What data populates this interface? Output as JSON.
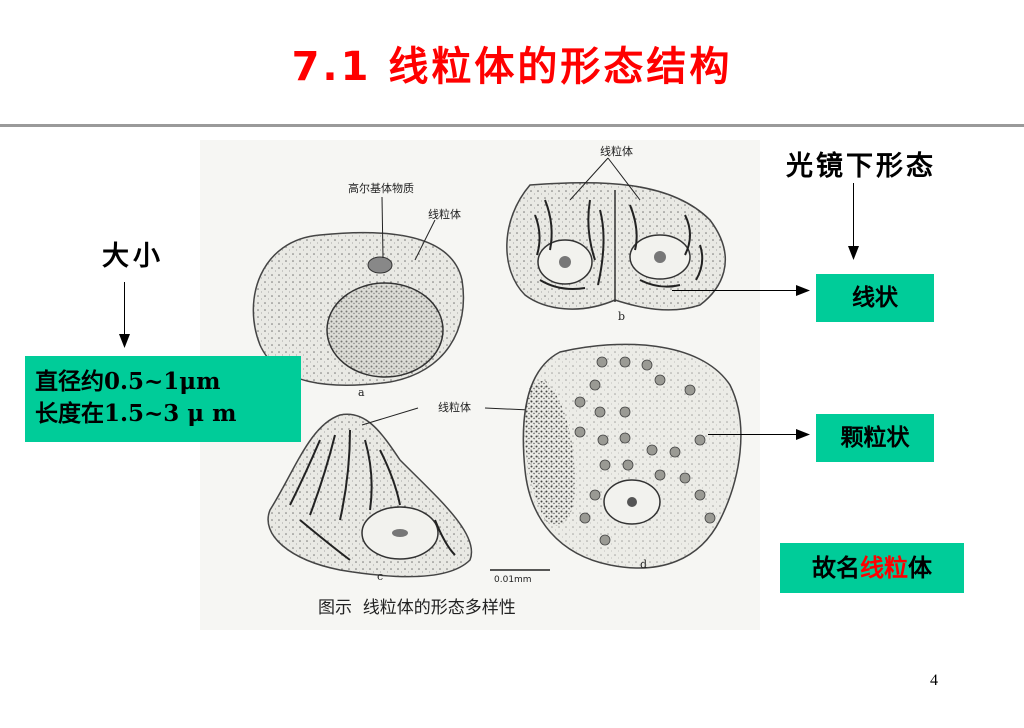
{
  "slide": {
    "title": "7.1 线粒体的形态结构",
    "title_color": "#ff0000",
    "page_number": "4"
  },
  "size_section": {
    "heading": "大小",
    "lines": [
      "直径约0.5~1μm",
      "长度在1.5~3 μ m"
    ],
    "box_color": "#00cc99"
  },
  "light_micro": {
    "heading": "光镜下形态"
  },
  "shapes": {
    "threadlike": "线状",
    "granular": "颗粒状"
  },
  "naming": {
    "prefix": "故名",
    "highlight": "线粒",
    "suffix": "体",
    "highlight_color": "#ff0000"
  },
  "figure": {
    "caption": "图示  线粒体的形态多样性",
    "label_golgi": "高尔基体物质",
    "label_mito_a": "线粒体",
    "label_mito_b": "线粒体",
    "label_mito_cd": "线粒体",
    "panel_a": "a",
    "panel_b": "b",
    "panel_c": "c",
    "panel_d": "d",
    "scale_bar": "0.01mm"
  }
}
